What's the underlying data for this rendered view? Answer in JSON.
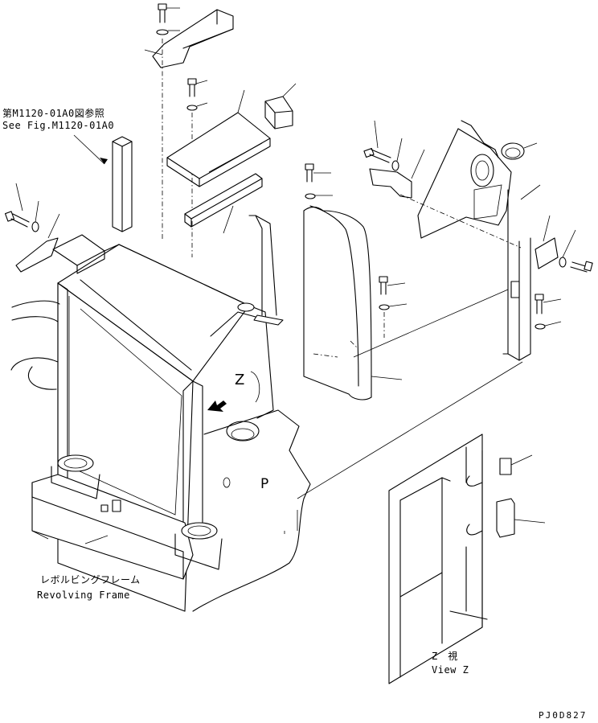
{
  "labels": {
    "ref_jp": "第M1120-01A0図参照",
    "ref_en": "See Fig.M1120-01A0",
    "frame_jp": "レボルビングフレーム",
    "frame_en": "Revolving Frame",
    "view_jp": "Z　視",
    "view_en": "View Z",
    "drawing_id": "PJ0D827",
    "z_mark": "Z",
    "p_mark": "P"
  },
  "colors": {
    "line": "#000000",
    "background": "#ffffff"
  }
}
